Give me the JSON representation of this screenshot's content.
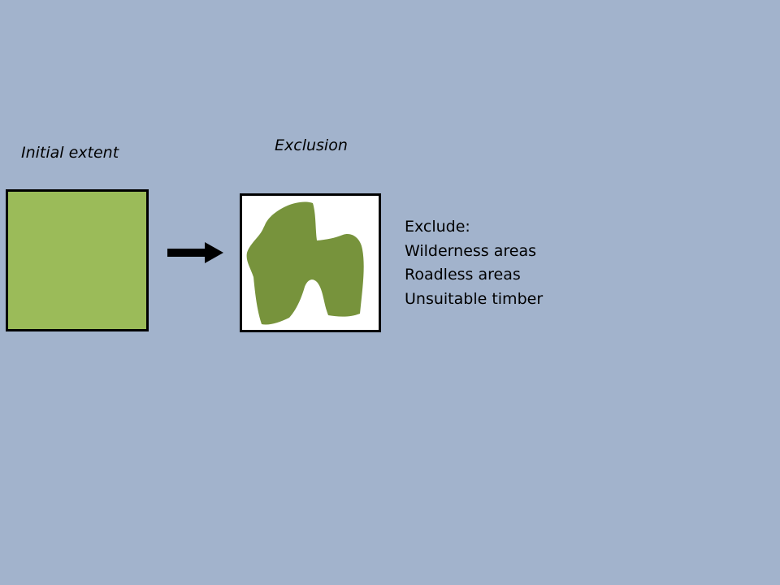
{
  "labels": {
    "initial": "Initial extent",
    "exclusion": "Exclusion"
  },
  "exclude_list": {
    "heading": "Exclude:",
    "items": [
      "Wilderness areas",
      "Roadless areas",
      "Unsuitable timber"
    ]
  },
  "colors": {
    "background": "#a2b3cc",
    "initial_fill": "#9bbb59",
    "exclusion_fill": "#77933c",
    "exclusion_background": "#ffffff",
    "outline": "#000000"
  },
  "icons": {
    "arrow": "right-arrow-icon"
  }
}
